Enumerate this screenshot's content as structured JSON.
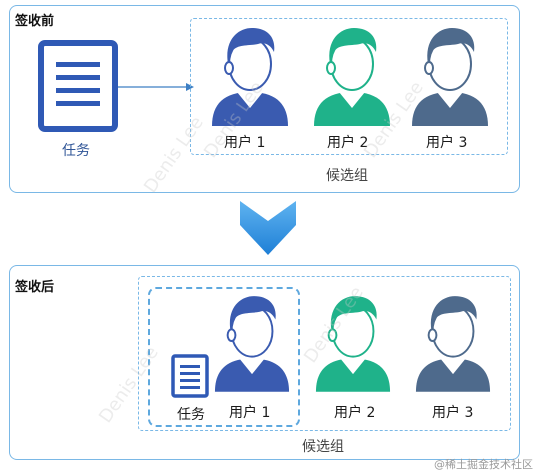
{
  "colors": {
    "border": "#7ab8e6",
    "doc_icon": "#2f59b5",
    "user1": "#3a5bb0",
    "user2": "#1fb28a",
    "user3": "#4e6a8c",
    "arrow": "#2a8fe0"
  },
  "before": {
    "title": "签收前",
    "task_label": "任务",
    "users": [
      "用户 1",
      "用户 2",
      "用户 3"
    ],
    "group_label": "候选组"
  },
  "after": {
    "title": "签收后",
    "task_label": "任务",
    "users": [
      "用户 1",
      "用户 2",
      "用户 3"
    ],
    "group_label": "候选组"
  },
  "watermark": "Denis Lee",
  "footer": "@稀土掘金技术社区",
  "icons": {
    "task": "document-icon",
    "user": "user-avatar-icon",
    "transition": "down-chevron-arrow-icon"
  }
}
